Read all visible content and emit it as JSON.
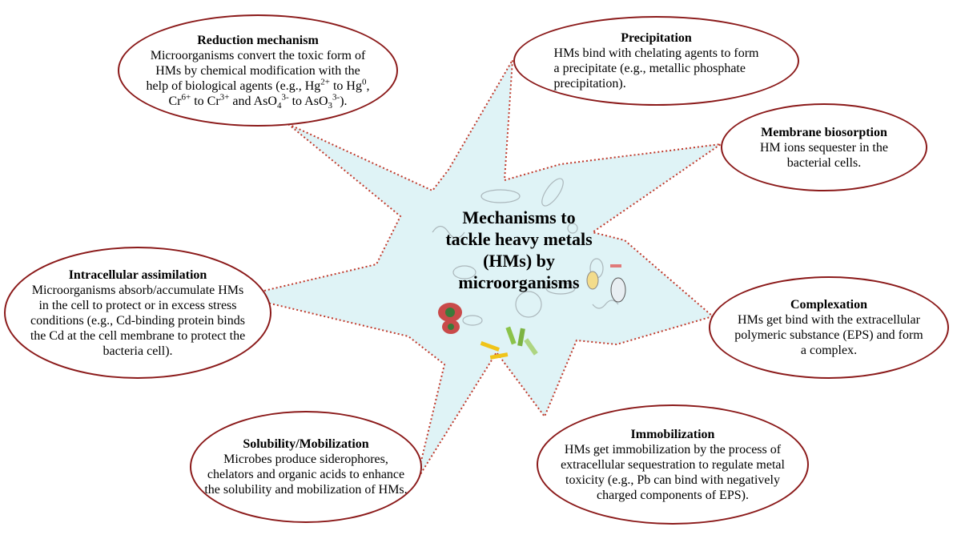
{
  "center": {
    "line1": "Mechanisms to",
    "line2": "tackle heavy metals",
    "line3": "(HMs) by",
    "line4": "microorganisms"
  },
  "colors": {
    "star_fill": "#dff3f6",
    "star_stroke": "#c0392b",
    "oval_border": "#8b1a1a"
  },
  "mechanisms": {
    "reduction": {
      "title": "Reduction mechanism",
      "line1": "Microorganisms convert the toxic form of",
      "line2": "HMs by chemical modification with the",
      "line3_prefix": "help of biological agents (e.g., Hg",
      "hg_sup1": "2+",
      "line3_mid": " to Hg",
      "hg_sup2": "0",
      "line3_end": ",",
      "cr1": "Cr",
      "cr_sup1": "6+",
      "to1": " to Cr",
      "cr_sup2": "3+",
      "and_as": " and AsO",
      "as_sub1": "4",
      "as_sup1": "3-",
      "to2": " to AsO",
      "as_sub2": "3",
      "as_sup2": "3-",
      "end": ")."
    },
    "precipitation": {
      "title": "Precipitation",
      "line1": "HMs bind with chelating agents to form",
      "line2": "a precipitate (e.g., metallic phosphate",
      "line3": "precipitation)."
    },
    "membrane": {
      "title": "Membrane biosorption",
      "line1": "HM ions sequester in the",
      "line2": "bacterial cells."
    },
    "intracellular": {
      "title": "Intracellular assimilation",
      "line1": "Microorganisms absorb/accumulate HMs",
      "line2": "in the cell to protect or in excess stress",
      "line3": "conditions (e.g., Cd-binding protein binds",
      "line4": "the Cd at the cell membrane to protect the",
      "line5": "bacteria cell)."
    },
    "complexation": {
      "title": "Complexation",
      "line1": "HMs get bind with the extracellular",
      "line2": "polymeric substance (EPS) and form",
      "line3": "a complex."
    },
    "solubility": {
      "title": "Solubility/Mobilization",
      "line1": "Microbes produce siderophores,",
      "line2": "chelators and organic acids to enhance",
      "line3": "the solubility and mobilization of HMs."
    },
    "immobilization": {
      "title": "Immobilization",
      "line1": "HMs get immobilization by the process of",
      "line2": "extracellular sequestration to regulate metal",
      "line3": "toxicity (e.g., Pb can bind with negatively",
      "line4": "charged components of EPS)."
    }
  }
}
